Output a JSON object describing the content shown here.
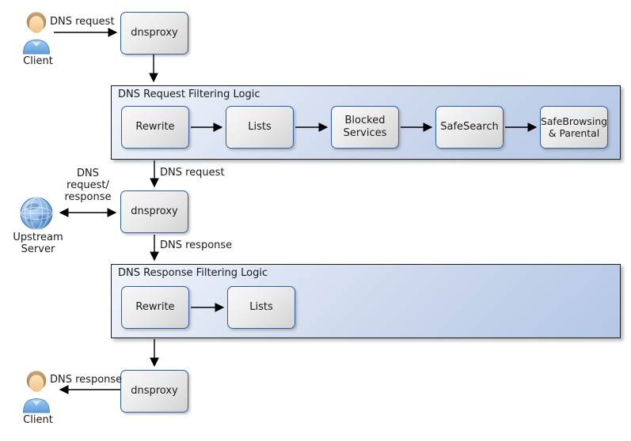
{
  "colors": {
    "node_border": "#2e5fa3",
    "node_fill_light": "#f8f8f8",
    "node_fill_dark": "#d3d3d3",
    "container_border": "#1d1d1d",
    "container_fill_light": "#f1f5fc",
    "container_fill_dark": "#b4c7e5",
    "arrow": "#000000",
    "shirt_blue": "#5d9bd9",
    "globe_blue": "#6ca0d8"
  },
  "actors": {
    "client_top": {
      "label": "Client"
    },
    "upstream_server": {
      "label": "Upstream\nServer"
    },
    "client_bottom": {
      "label": "Client"
    }
  },
  "proxies": {
    "top": {
      "label": "dnsproxy"
    },
    "middle": {
      "label": "dnsproxy"
    },
    "bottom": {
      "label": "dnsproxy"
    }
  },
  "containers": {
    "request": {
      "title": "DNS Request Filtering Logic",
      "steps": [
        "Rewrite",
        "Lists",
        "Blocked Services",
        "SafeSearch",
        "SafeBrowsing & Parental"
      ]
    },
    "response": {
      "title": "DNS Response Filtering Logic",
      "steps": [
        "Rewrite",
        "Lists"
      ]
    }
  },
  "edge_labels": {
    "client_request": "DNS request",
    "request_to_proxy": "DNS request",
    "upstream_link": "DNS\nrequest/\nresponse",
    "response_from_proxy": "DNS response",
    "response_to_client": "DNS response"
  }
}
